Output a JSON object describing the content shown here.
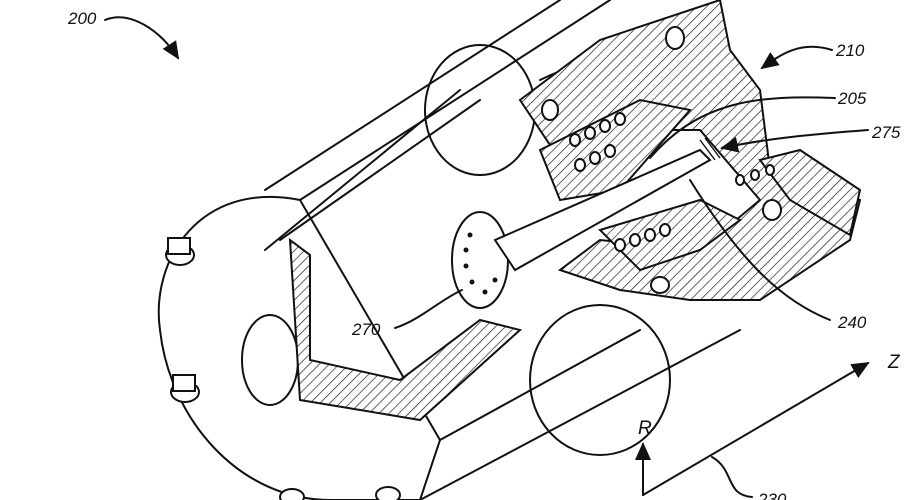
{
  "figure": {
    "labels": {
      "device": "200",
      "outer_housing": "210",
      "inner_electrode": "205",
      "tip": "275",
      "injector_plate": "270",
      "channel": "240",
      "axis_frame": "230"
    },
    "axes": {
      "z": "Z",
      "r": "R"
    }
  }
}
